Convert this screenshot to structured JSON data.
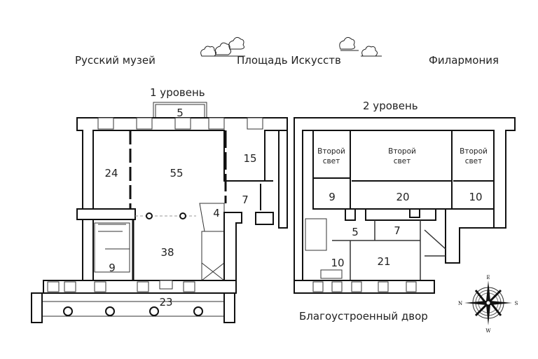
{
  "landmarks": {
    "russian_museum": "Русский музей",
    "arts_square": "Площадь Искусств",
    "philharmonia": "Филармония",
    "courtyard": "Благоустроенный двор"
  },
  "level1": {
    "title": "1 уровень",
    "rooms": [
      "5",
      "24",
      "55",
      "15",
      "7",
      "4",
      "38",
      "9",
      "23"
    ]
  },
  "level2": {
    "title": "2 уровень",
    "second_light": [
      "Второй",
      "свет"
    ],
    "rooms": [
      "9",
      "20",
      "10",
      "5",
      "7",
      "10",
      "21"
    ]
  },
  "compass": {
    "n": "N",
    "s": "S",
    "e": "E",
    "w": "W"
  }
}
